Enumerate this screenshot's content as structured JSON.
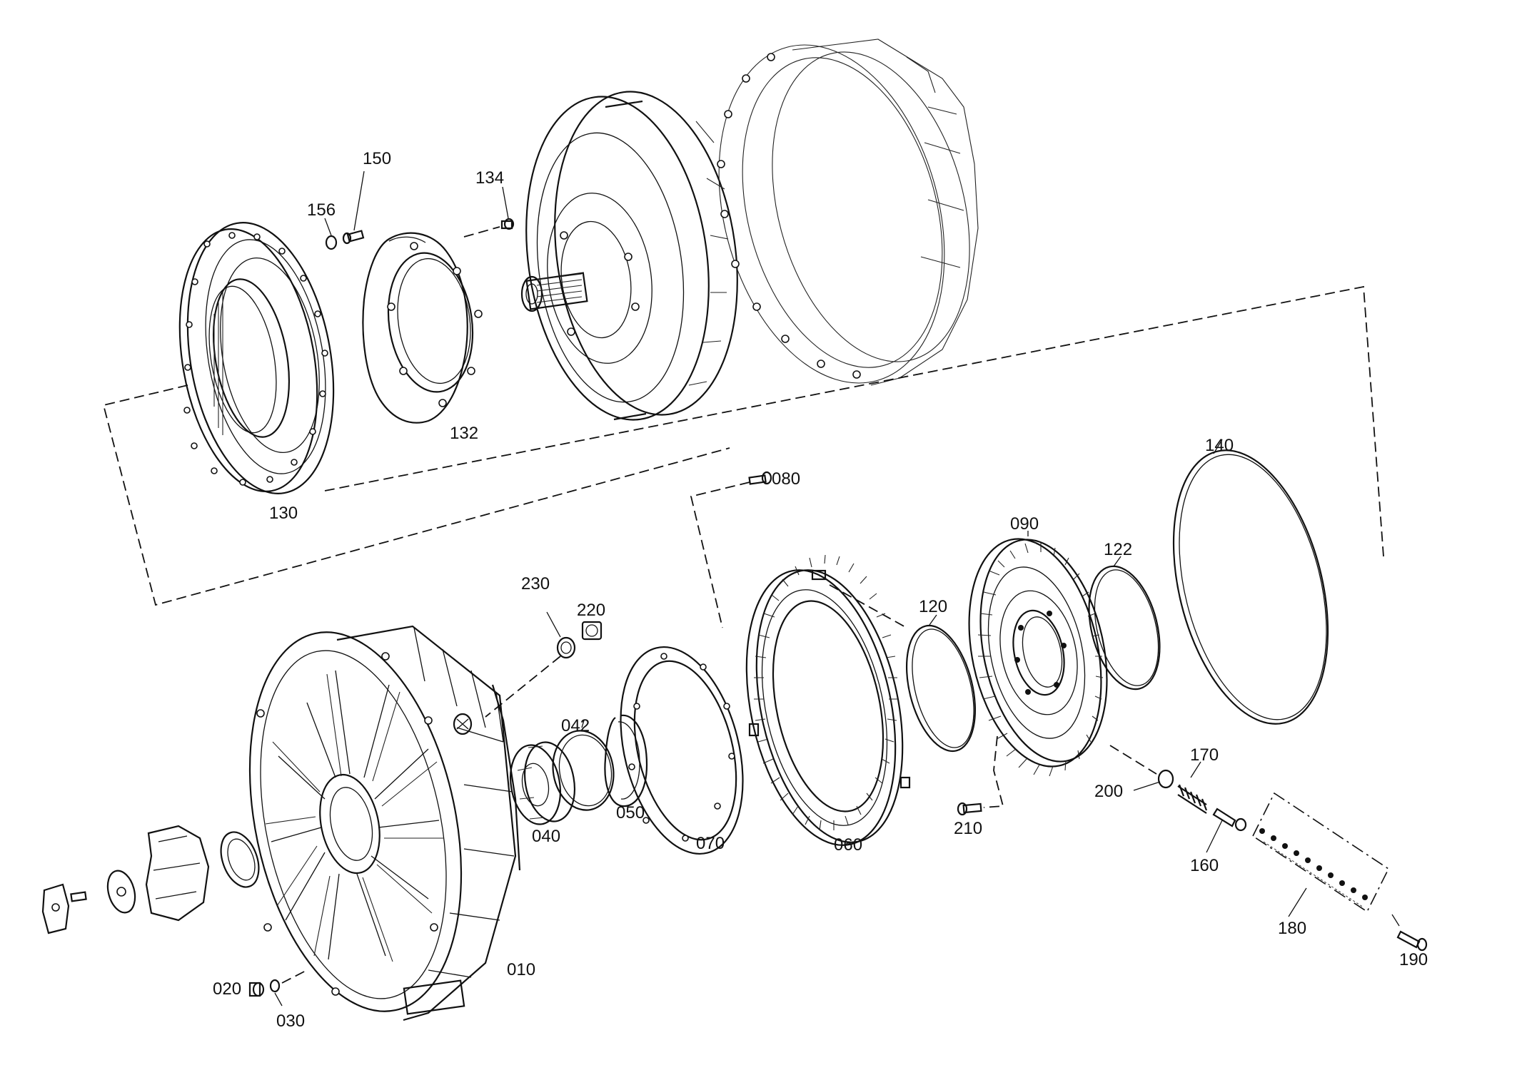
{
  "labels": {
    "p010": "010",
    "p020": "020",
    "p030": "030",
    "p040": "040",
    "p042": "042",
    "p050": "050",
    "p060": "060",
    "p070": "070",
    "p080": "080",
    "p090": "090",
    "p120": "120",
    "p122": "122",
    "p130": "130",
    "p132": "132",
    "p134": "134",
    "p140": "140",
    "p150": "150",
    "p156": "156",
    "p160": "160",
    "p170": "170",
    "p180": "180",
    "p190": "190",
    "p200": "200",
    "p210": "210",
    "p220": "220",
    "p230": "230"
  }
}
